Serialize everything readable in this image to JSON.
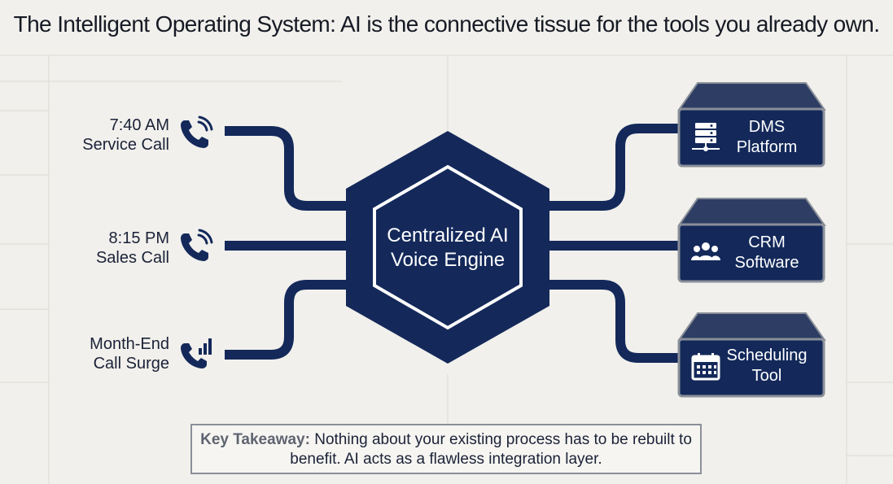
{
  "title": "The Intelligent Operating System: AI is the connective tissue for the tools you already own.",
  "callers": [
    {
      "line1": "7:40 AM",
      "line2": "Service Call",
      "icon": "phone-ringing-icon"
    },
    {
      "line1": "8:15 PM",
      "line2": "Sales Call",
      "icon": "phone-ringing-icon"
    },
    {
      "line1": "Month-End",
      "line2": "Call Surge",
      "icon": "phone-signal-icon"
    }
  ],
  "engine": {
    "line1": "Centralized AI",
    "line2": "Voice Engine"
  },
  "systems": [
    {
      "line1": "DMS",
      "line2": "Platform",
      "icon": "server-icon"
    },
    {
      "line1": "CRM",
      "line2": "Software",
      "icon": "users-icon"
    },
    {
      "line1": "Scheduling",
      "line2": "Tool",
      "icon": "calendar-icon"
    }
  ],
  "takeaway": {
    "label": "Key Takeaway:",
    "text": "Nothing about your existing process has to be rebuilt to benefit. AI acts as a flawless integration layer."
  },
  "colors": {
    "navy": "#14295a",
    "background": "#f1f0ec",
    "panel_top": "#2e3d63",
    "border_gray": "#8a8f99"
  }
}
